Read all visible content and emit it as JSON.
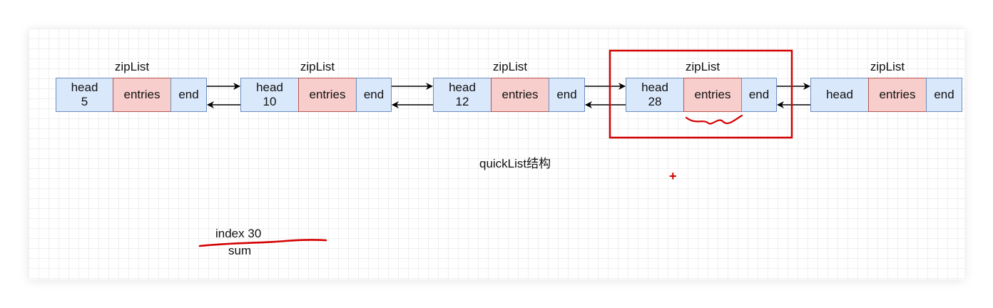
{
  "nodes": [
    {
      "title": "zipList",
      "head": [
        "head",
        "5"
      ],
      "entries": "entries",
      "end": "end"
    },
    {
      "title": "zipList",
      "head": [
        "head",
        "10"
      ],
      "entries": "entries",
      "end": "end"
    },
    {
      "title": "zipList",
      "head": [
        "head",
        "12"
      ],
      "entries": "entries",
      "end": "end"
    },
    {
      "title": "zipList",
      "head": [
        "head",
        "28"
      ],
      "entries": "entries",
      "end": "end"
    },
    {
      "title": "zipList",
      "head": [
        "head"
      ],
      "entries": "entries",
      "end": "end"
    }
  ],
  "caption": "quickList结构",
  "notes": {
    "index": "index 30",
    "sum": "sum"
  },
  "cursor_glyph": "+",
  "colors": {
    "head_fill": "#dae8fc",
    "head_stroke": "#6c8ebf",
    "entries_fill": "#f8cecc",
    "entries_stroke": "#b85450",
    "annotation_red": "#d40000"
  }
}
